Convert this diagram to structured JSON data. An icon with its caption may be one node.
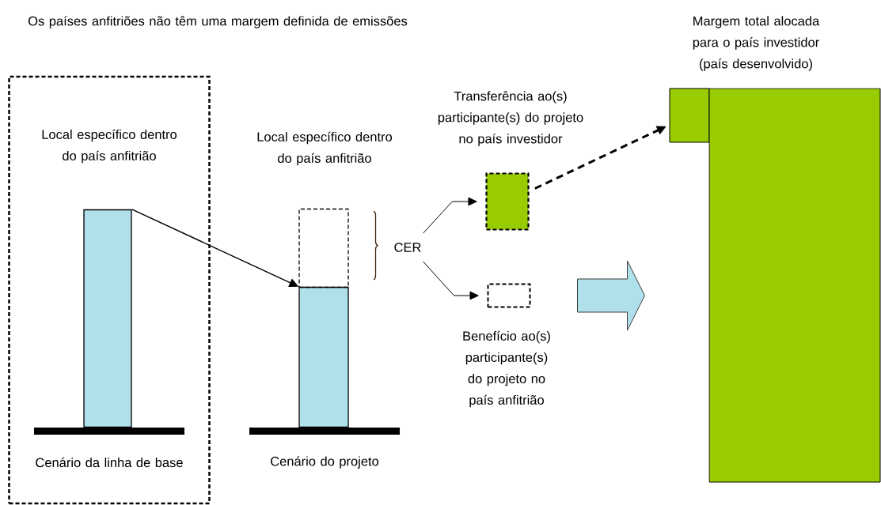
{
  "diagram": {
    "title": "Os países anfitriões não têm uma margem definida de emissões",
    "nodes": [
      {
        "text": [
          "Local específico dentro do país anfitrião",
          "Cenário da linha de base"
        ]
      },
      {
        "text": [],
        "shape": "bar",
        "in": 0
      },
      {
        "text": [],
        "shape": "bar"
      },
      {
        "text": [],
        "shape": "box"
      },
      {
        "text": [
          "CER"
        ]
      },
      {
        "text": [
          "Transferência ao(s) participante(s) do projeto no país investidor"
        ]
      },
      {
        "text": [
          "Benefício ao(s) participante(s) do projeto no país anfitrião"
        ]
      },
      {
        "text": [],
        "shape": "arrow"
      },
      {
        "text": [],
        "shape": "box"
      },
      {
        "text": [
          "Margem total alocada para o país investidor (país desenvolvido)"
        ]
      }
    ],
    "edges": [
      {
        "from": 1,
        "to": 2,
        "arrow": "to"
      },
      {
        "from": 4,
        "to": 5,
        "arrow": "to"
      },
      {
        "from": 4,
        "to": 6,
        "arrow": "to"
      },
      {
        "from": 5,
        "to": 8,
        "arrow": "to",
        "style": "dashed"
      }
    ],
    "labels": [
      "Local específico dentro do país anfitrião",
      "Cenário do projeto"
    ]
  }
}
